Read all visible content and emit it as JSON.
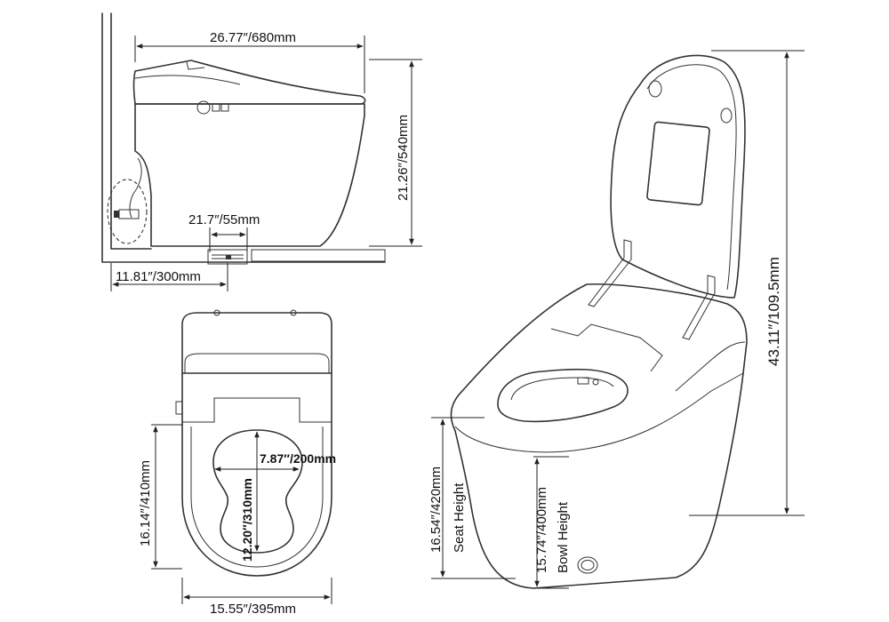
{
  "side_view": {
    "width_label": "26.77″/680mm",
    "height_label": "21.26″/540mm",
    "outlet_label": "21.7″/55mm",
    "rough_in_label": "11.81″/300mm"
  },
  "top_view": {
    "length_label": "16.14″/410mm",
    "opening_width_label": "7.87″/200mm",
    "opening_length_label": "12.20″/310mm",
    "width_label": "15.55″/395mm"
  },
  "perspective_view": {
    "total_height_label": "43.11″/109.5mm",
    "seat_height_label": "16.54″/420mm",
    "seat_height_caption": "Seat Height",
    "bowl_height_label": "15.74″/400mm",
    "bowl_height_caption": "Bowl Height"
  }
}
